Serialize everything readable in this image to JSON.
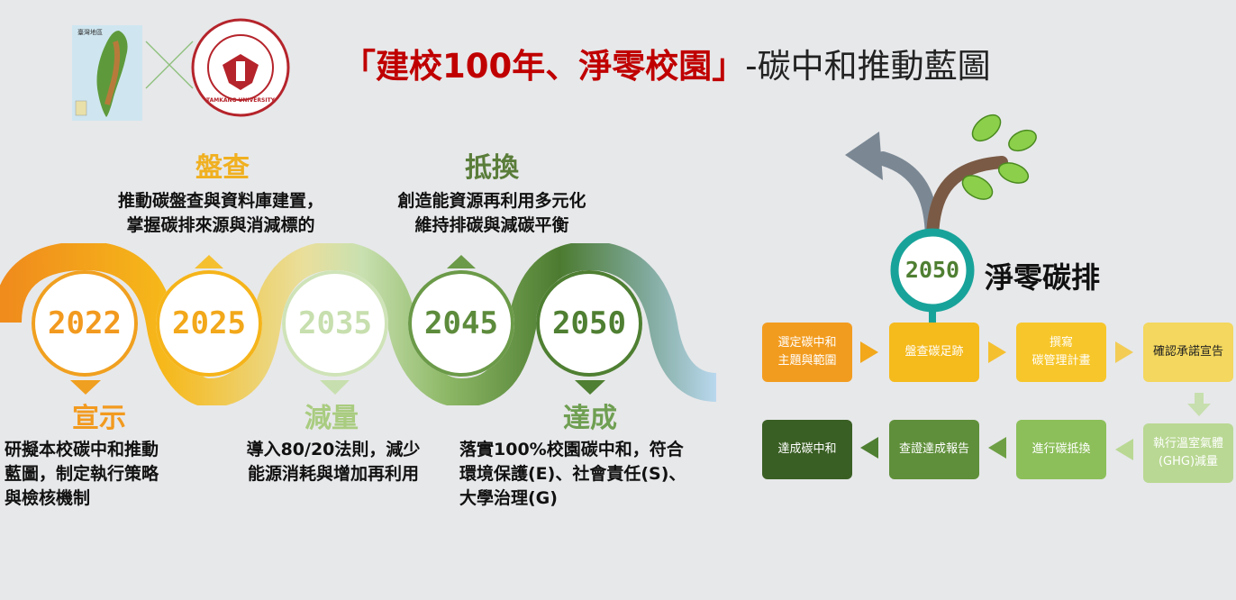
{
  "title": {
    "highlight": "「建校100年、淨零校園」",
    "rest": "-碳中和推動藍圖"
  },
  "logo": {
    "map_caption": "臺灣地區",
    "emblem_text": "TAMKANG UNIVERSITY"
  },
  "timeline": [
    {
      "year": "2022",
      "label": "宣示",
      "desc": [
        "研擬本校碳中和推動",
        "藍圖，制定執行策略",
        "與檢核機制"
      ]
    },
    {
      "year": "2025",
      "label": "盤查",
      "desc": [
        "推動碳盤查與資料庫建置，",
        "掌握碳排來源與消減標的"
      ]
    },
    {
      "year": "2035",
      "label": "減量",
      "desc": [
        "導入80/20法則，減少",
        "能源消耗與增加再利用"
      ]
    },
    {
      "year": "2045",
      "label": "抵換",
      "desc": [
        "創造能資源再利用多元化",
        "維持排碳與減碳平衡"
      ]
    },
    {
      "year": "2050",
      "label": "達成",
      "desc": [
        "落實100%校園碳中和，符合",
        "環境保護(E)、社會責任(S)、",
        "大學治理(G)"
      ]
    }
  ],
  "colors": {
    "c2022": "#f29a1f",
    "c2025": "#f5b41a",
    "c2035": "#c7dfae",
    "c2045": "#5d8b3c",
    "c2050": "#4f7f32",
    "label2022": "#f29a1f",
    "label2025": "#f0b020",
    "label2035": "#a9cc80",
    "label2045": "#5a7d3a",
    "label2050": "#6f9f52"
  },
  "tree": {
    "year": "2050",
    "title": "淨零碳排"
  },
  "flow": {
    "row1": [
      "選定碳中和\n主題與範圍",
      "盤查碳足跡",
      "撰寫\n碳管理計畫",
      "確認承諾宣告"
    ],
    "row2": [
      "執行溫室氣體\n(GHG)減量",
      "進行碳抵換",
      "查證達成報告",
      "達成碳中和"
    ]
  }
}
